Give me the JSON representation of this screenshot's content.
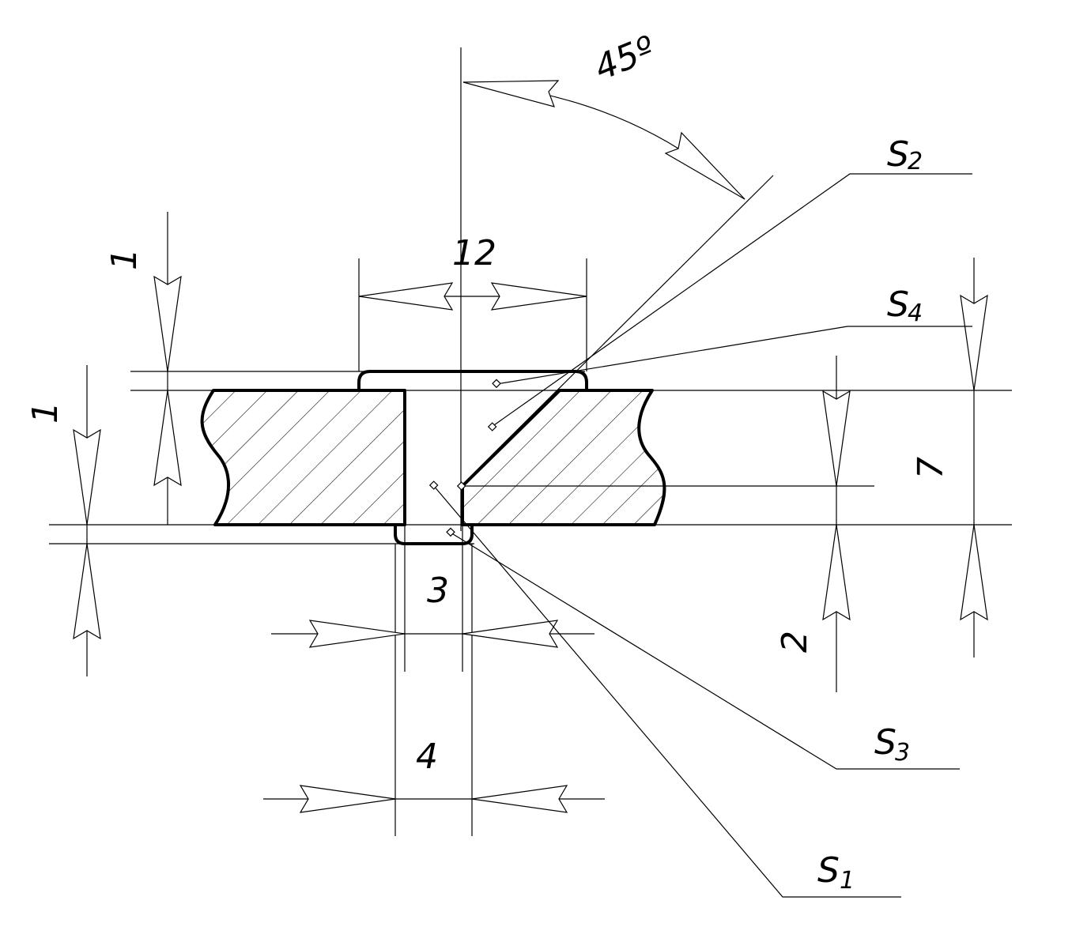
{
  "dimensions": {
    "angle": "45º",
    "top_width": "12",
    "gap": "3",
    "bottom_width": "4",
    "left_top_reinforcement": "1",
    "left_bottom_reinforcement": "1",
    "bevel_depth": "2",
    "thickness": "7"
  },
  "welds": {
    "s1": {
      "letter": "S",
      "index": "1"
    },
    "s2": {
      "letter": "S",
      "index": "2"
    },
    "s3": {
      "letter": "S",
      "index": "3"
    },
    "s4": {
      "letter": "S",
      "index": "4"
    }
  }
}
